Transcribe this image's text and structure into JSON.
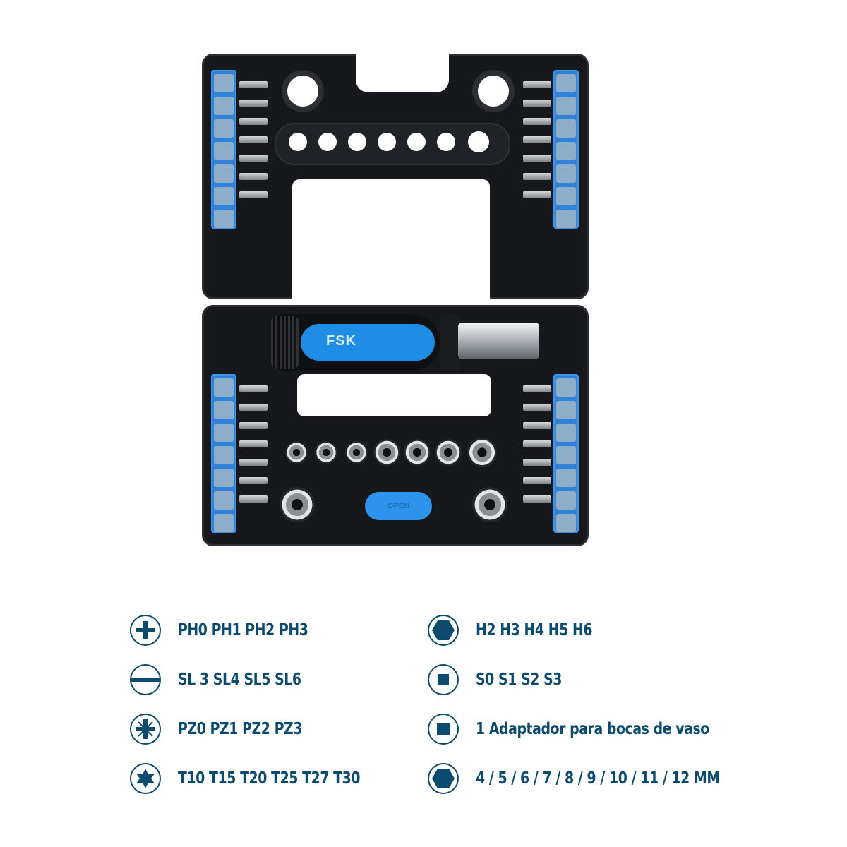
{
  "product": {
    "brand_logo_text": "FSK",
    "open_button_label": "OPEN",
    "colors": {
      "case": "#16181b",
      "accent_blue": "#1f8de6",
      "legend_text": "#0c4a6e"
    }
  },
  "legend": {
    "left": [
      {
        "icon": "phillips-icon",
        "label": "PH0 PH1 PH2 PH3"
      },
      {
        "icon": "slotted-icon",
        "label": "SL 3 SL4 SL5 SL6"
      },
      {
        "icon": "pozidriv-icon",
        "label": "PZ0 PZ1 PZ2 PZ3"
      },
      {
        "icon": "torx-icon",
        "label": "T10 T15 T20 T25 T27  T30"
      }
    ],
    "right": [
      {
        "icon": "hex-icon",
        "label": "H2 H3 H4 H5 H6"
      },
      {
        "icon": "square-icon",
        "label": "S0  S1  S2  S3"
      },
      {
        "icon": "square-adapter-icon",
        "label": "1 Adaptador para bocas de vaso"
      },
      {
        "icon": "hex-socket-icon",
        "label": "4 / 5 / 6 / 7 / 8 / 9 / 10 / 11 / 12 MM"
      }
    ]
  }
}
